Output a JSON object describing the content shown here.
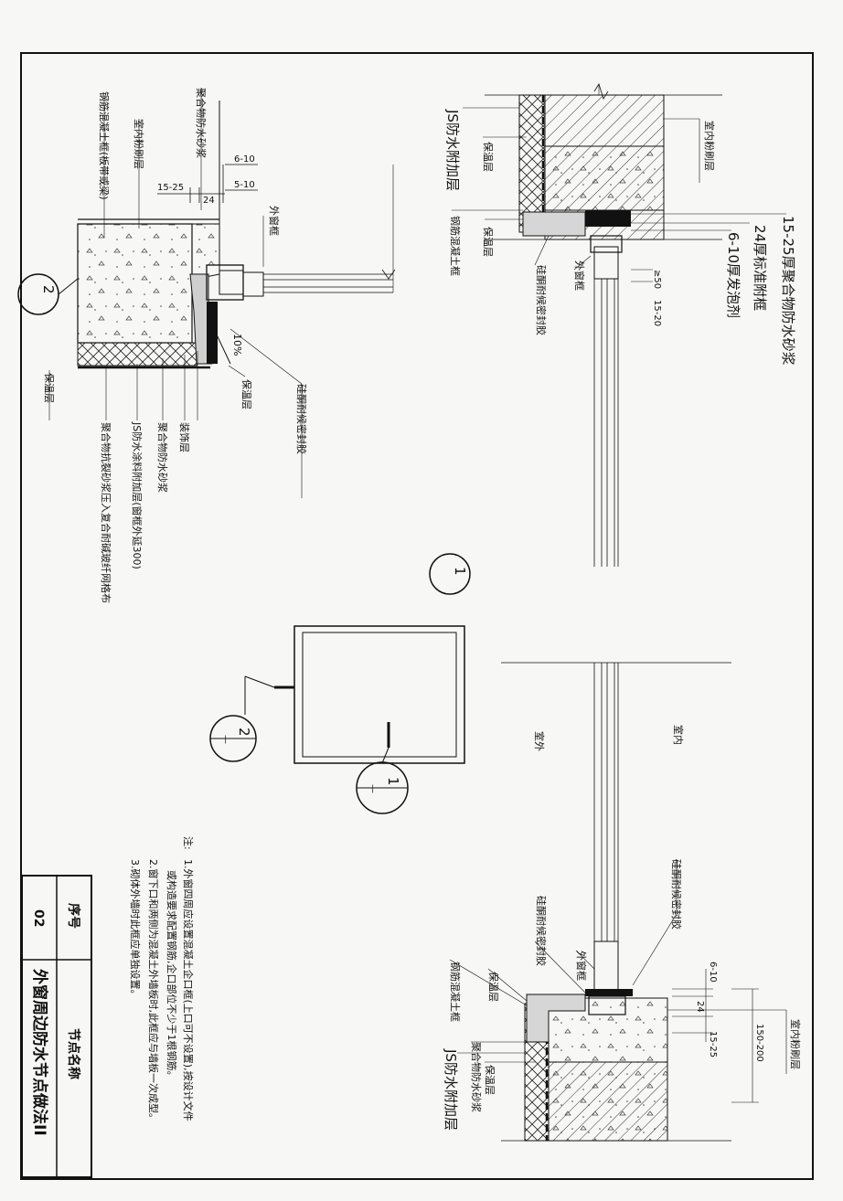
{
  "title_block": {
    "seq_label": "序号",
    "seq_value": "02",
    "name_label": "节点名称",
    "name_value": "外窗周边防水节点做法II"
  },
  "notes": {
    "prefix": "注:",
    "items": [
      "1.外窗四周应设置混凝土企口框(上口可不设置),按设计文件",
      "或构造要求配置钢筋,企口部位不少于1根钢筋。",
      "2.窗下口和两侧为混凝土外墙板时,此框应与墙板一次成型。",
      "3.砌体外墙时此框应单独设置。"
    ]
  },
  "key_plan": {
    "callout_1": "1",
    "callout_1_sub": "—",
    "callout_2": "2",
    "callout_2_sub": "—"
  },
  "detail_1": {
    "callout": "1",
    "top": {
      "interior_finish": "室内粉刷层",
      "dim_15_25": "15-25厚聚合物防水砂浆",
      "dim_24": "24厚标准附框",
      "dim_6_10": "6-10厚发泡剂",
      "dim_50": "≥50",
      "dim_15_20": "15-20",
      "outer_frame": "外窗框",
      "silicone": "硅酮耐候密封胶",
      "rc_frame": "钢筋混凝土框",
      "insulation_a": "保温层",
      "insulation_b": "保温层",
      "js": "JS防水附加层"
    },
    "middle": {
      "exterior": "室外",
      "interior": "室内"
    },
    "bottom": {
      "silicone_top": "硅酮耐候密封胶",
      "silicone_inner": "硅酮耐候密封胶",
      "outer_frame": "外窗框",
      "insulation": "保温层",
      "rc_frame": "钢筋混凝土框",
      "polymer": "聚合物防水砂浆",
      "insulation2": "保温层",
      "js": "JS防水附加层",
      "interior_finish": "室内粉刷层",
      "dim_6_10": "6-10",
      "dim_24": "24",
      "dim_15_25": "15-25",
      "dim_150_200": "150-200"
    }
  },
  "detail_2": {
    "callout": "2",
    "polymer_top": "聚合物防水砂浆",
    "rc_frame": "钢筋混凝土框(板带或梁)",
    "interior_finish": "室内粉刷层",
    "dim_15_25": "15-25",
    "dim_24": "24",
    "dim_6_10": "6-10",
    "dim_5_10": "5-10",
    "outer_frame": "外窗框",
    "slope": "10%",
    "insulation_a": "保温层",
    "silicone": "硅酮耐候密封胶",
    "insulation_b": "保温层",
    "finish": "装饰层",
    "polymer_b": "聚合物防水砂浆",
    "js_extra": "JS防水涂料附加层(窗框外延300)",
    "mesh": "聚合物抗裂砂浆压入复合耐碱玻纤网格布"
  },
  "colors": {
    "line": "#111111",
    "paper": "#f7f7f5",
    "hatch": "#333333"
  }
}
